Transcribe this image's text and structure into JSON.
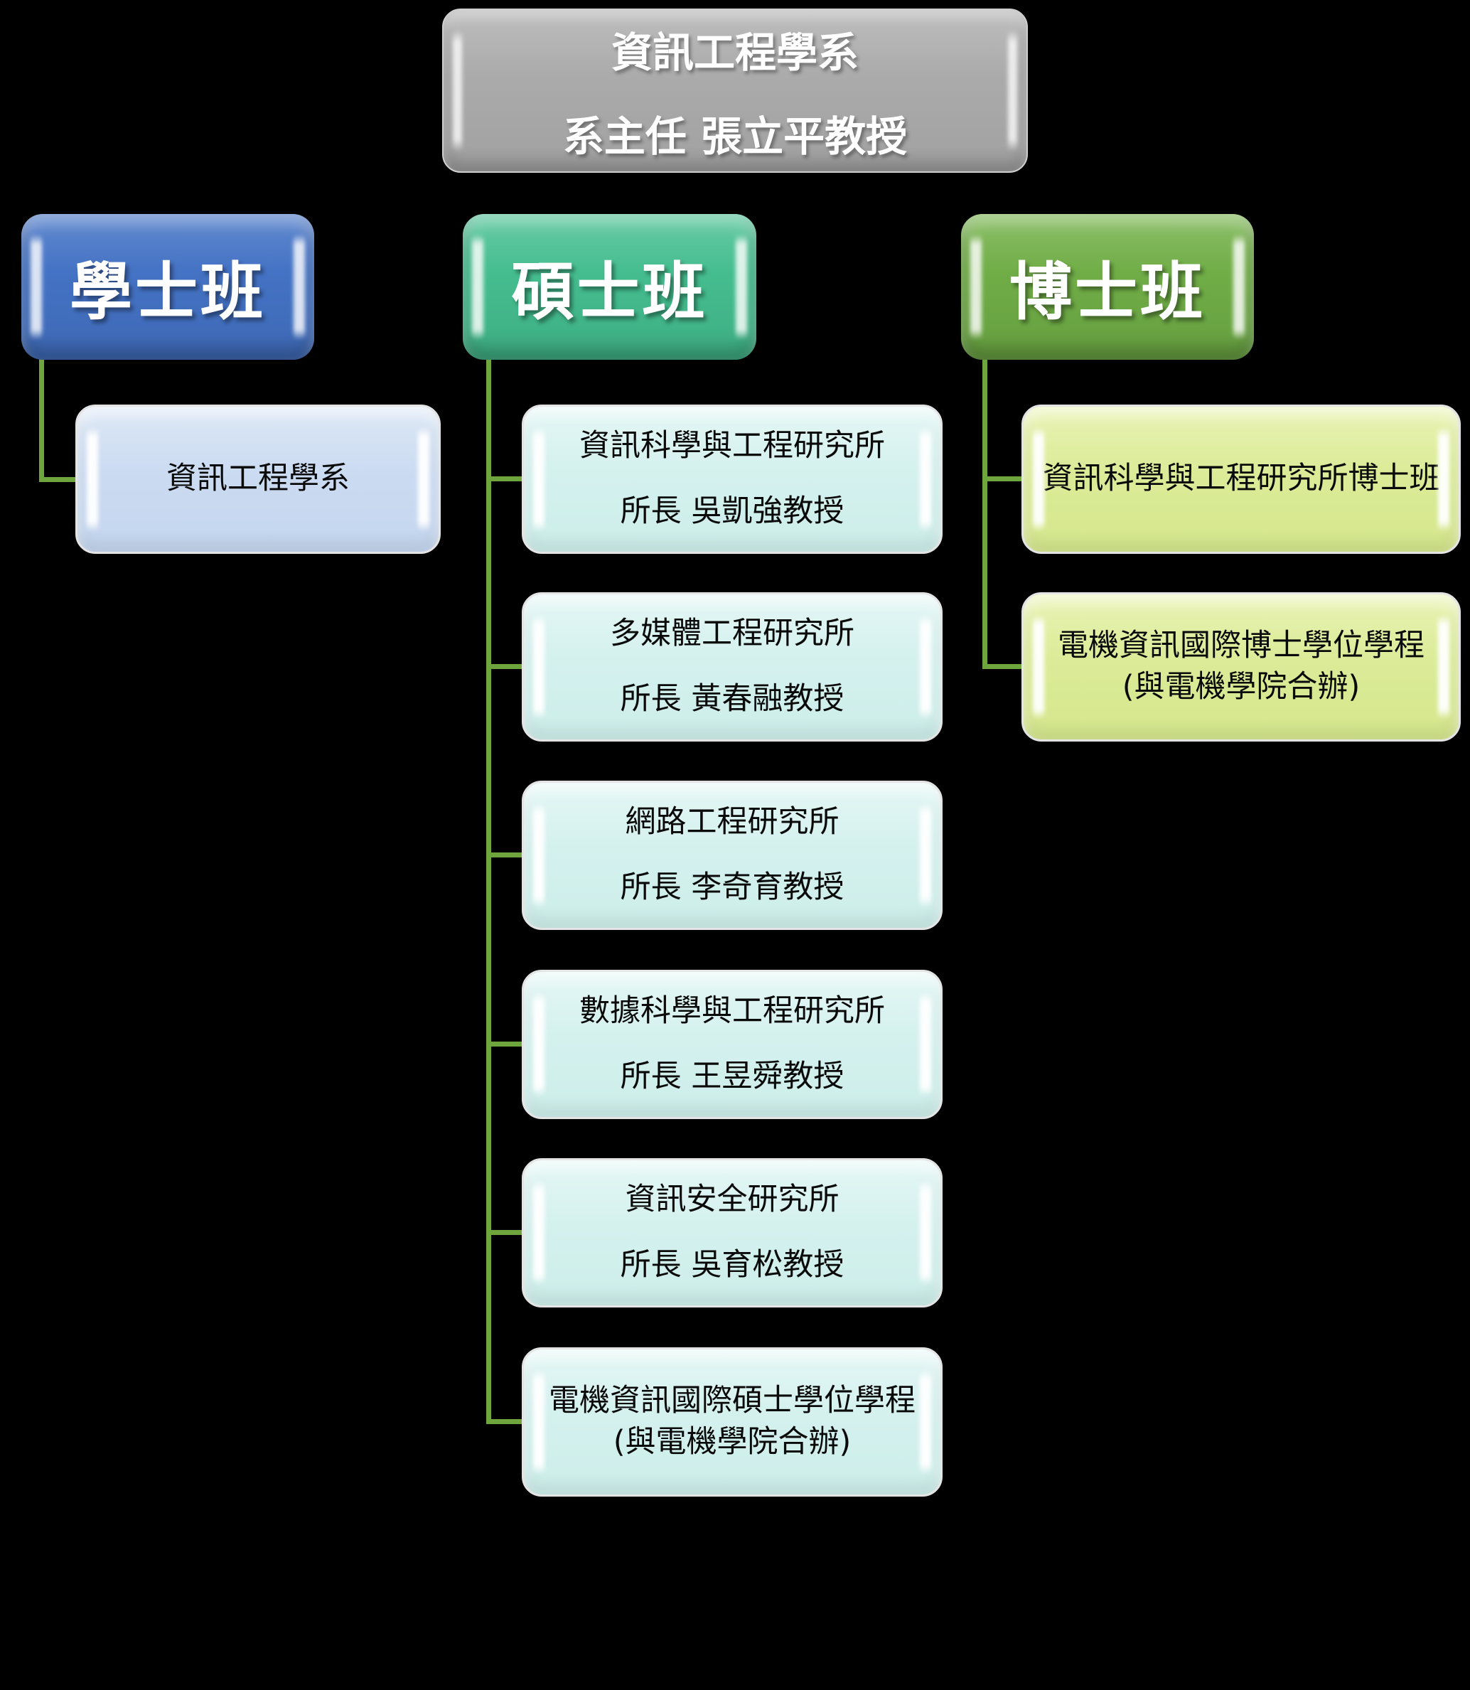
{
  "root": {
    "line1": "資訊工程學系",
    "line2": "系主任 張立平教授"
  },
  "columns": [
    {
      "label": "學士班",
      "children": [
        {
          "line1": "資訊工程學系"
        }
      ]
    },
    {
      "label": "碩士班",
      "children": [
        {
          "line1": "資訊科學與工程研究所",
          "line2": "所長 吳凱強教授"
        },
        {
          "line1": "多媒體工程研究所",
          "line2": "所長 黃春融教授"
        },
        {
          "line1": "網路工程研究所",
          "line2": "所長 李奇育教授"
        },
        {
          "line1": "數據科學與工程研究所",
          "line2": "所長 王昱舜教授"
        },
        {
          "line1": "資訊安全研究所",
          "line2": "所長 吳育松教授"
        },
        {
          "line1": "電機資訊國際碩士學位學程",
          "line2": "(與電機學院合辦)"
        }
      ]
    },
    {
      "label": "博士班",
      "children": [
        {
          "line1": "資訊科學與工程研究所博士班"
        },
        {
          "line1": "電機資訊國際博士學位學程",
          "line2": "(與電機學院合辦)"
        }
      ]
    }
  ],
  "colors": {
    "background": "#000000",
    "root_box": "#ABABAB",
    "bachelor_header": "#4472C4",
    "master_header": "#45BD8F",
    "phd_header": "#70AD47",
    "bachelor_child": "#CBDBF1",
    "master_child": "#D4F1EE",
    "phd_child": "#DBEB98",
    "connector": "#6FA53D",
    "header_text": "#FFFFFF",
    "child_text": "#000000"
  }
}
